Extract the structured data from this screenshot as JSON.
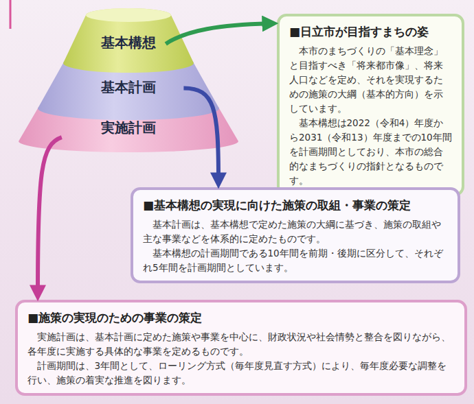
{
  "diagram": {
    "nodes": [
      {
        "text": [
          "基本構想"
        ]
      },
      {
        "text": [
          "基本計画"
        ]
      },
      {
        "text": [
          "実施計画"
        ]
      },
      {
        "text": [
          "■日立市が目指すまちの姿",
          "本市のまちづくりの「基本理念」と目指すべき「将来都市像」、将来人口などを定め、それを実現するための施策の大綱（基本的方向）を示しています。",
          "基本構想は2022（令和4）年度から2031（令和13）年度までの10年間を計画期間としており、本市の総合的なまちづくりの指針となるものです。"
        ]
      },
      {
        "text": [
          "■基本構想の実現に向けた施策の取組・事業の策定",
          "基本計画は、基本構想で定めた施策の大綱に基づき、施策の取組や主な事業などを体系的に定めたものです。",
          "基本構想の計画期間である10年間を前期・後期に区分して、それぞれ5年間を計画期間としています。"
        ]
      },
      {
        "text": [
          "■施策の実現のための事業の策定",
          "実施計画は、基本計画に定めた施策や事業を中心に、財政状況や社会情勢と整合を図りながら、各年度に実施する具体的な事業を定めるものです。",
          "計画期間は、3年間として、ローリング方式（毎年度見直す方式）により、毎年度必要な調整を行い、施策の着実な推進を図ります。"
        ]
      }
    ],
    "edges": [
      {
        "from": 0,
        "to": 3,
        "arrow": "to"
      },
      {
        "from": 1,
        "to": 4,
        "arrow": "to"
      },
      {
        "from": 2,
        "to": 5,
        "arrow": "to"
      }
    ]
  }
}
